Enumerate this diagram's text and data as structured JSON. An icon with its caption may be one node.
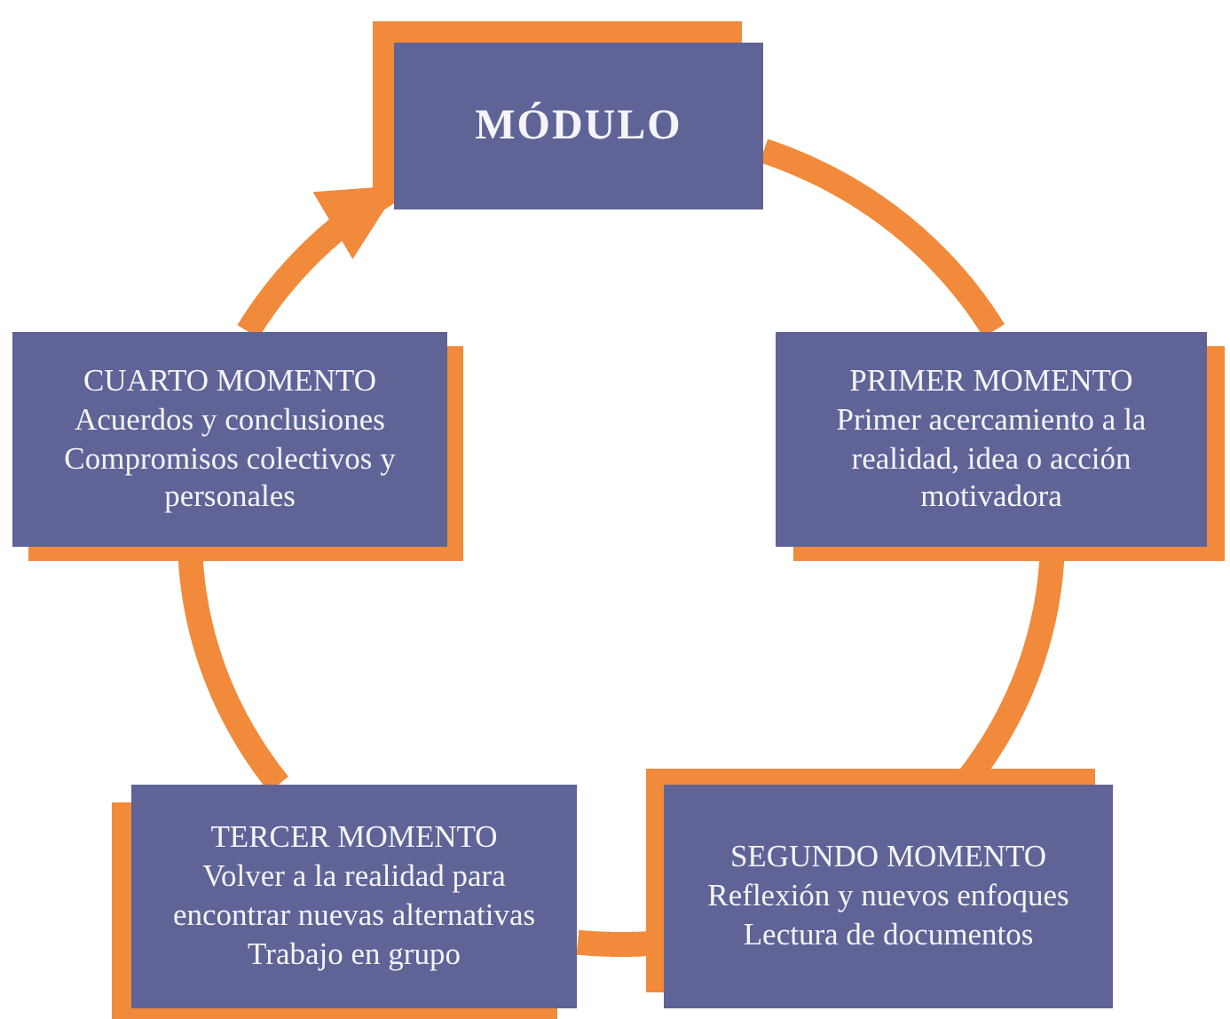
{
  "diagram": {
    "nodes": [
      {
        "text": [
          "MÓDULO"
        ]
      },
      {
        "text": [
          "PRIMER MOMENTO",
          "Primer acercamiento a la realidad, idea o acción motivadora"
        ]
      },
      {
        "text": [
          "SEGUNDO MOMENTO",
          "Reflexión y nuevos enfoques",
          "Lectura de documentos"
        ]
      },
      {
        "text": [
          "TERCER MOMENTO",
          "Volver a la realidad para encontrar nuevas alternativas",
          "Trabajo en grupo"
        ]
      },
      {
        "text": [
          "CUARTO MOMENTO",
          "Acuerdos y conclusiones",
          "Compromisos colectivos y personales"
        ]
      }
    ],
    "edges": [
      {
        "from": 0,
        "to": 1,
        "arrow": "none"
      },
      {
        "from": 1,
        "to": 2,
        "arrow": "none"
      },
      {
        "from": 2,
        "to": 3,
        "arrow": "none"
      },
      {
        "from": 3,
        "to": 4,
        "arrow": "none"
      },
      {
        "from": 4,
        "to": 0,
        "arrow": "to"
      }
    ]
  }
}
